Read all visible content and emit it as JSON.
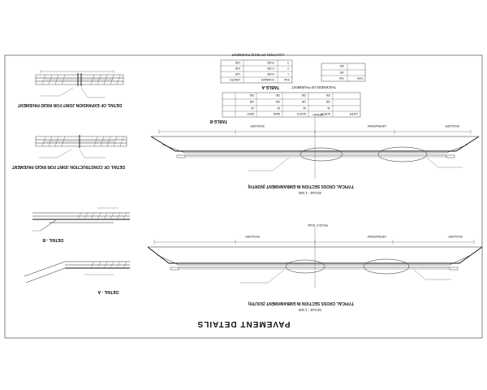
{
  "drawing_title": "PAVEMENT DETAILS",
  "details": {
    "expansion_joint": "DETAIL OF EXPANSION JOINT FOR RIGID PAVEMENT",
    "construction_joint": "DETAIL OF CONSTRUCTION JOINT FOR RIGID PAVEMENT",
    "detail_b": "DETAIL - B",
    "detail_a": "DETAIL - A"
  },
  "tables": {
    "table_a_title": "TABLE-A",
    "table_a_caption": "LOCATION OF RIGID PAVEMENT",
    "table_b_title": "TABLE-B",
    "table_b_caption": "THICKNESS OF PAVEMENT"
  },
  "sections": {
    "north": "TYPICAL CROSS SECTION IN EMBANKMENT (NORTH)",
    "south": "TYPICAL CROSS SECTION IN EMBANKMENT (SOUTH)",
    "north_scale": "SCALE - 1:100",
    "south_scale": "SCALE - 1:100"
  },
  "labels": {
    "carriageway_north": "CARRIAGEWAY",
    "carriageway_south": "CARRIAGEWAY",
    "median": "MEDIAN",
    "project_road": "PROJECT ROAD"
  }
}
